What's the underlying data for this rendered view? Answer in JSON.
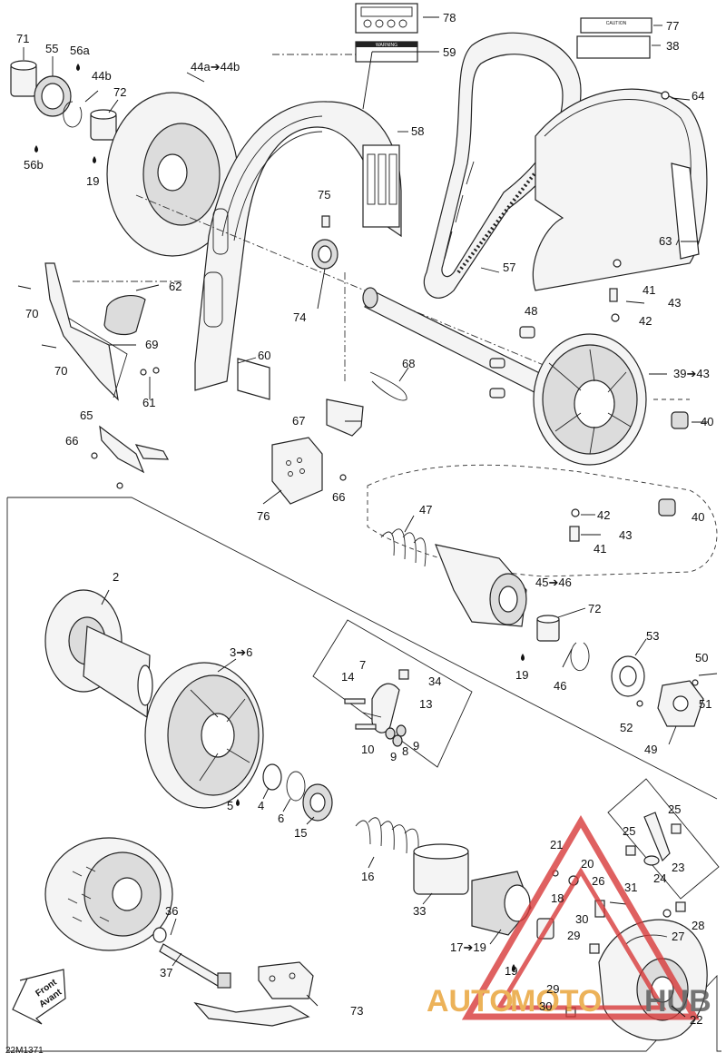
{
  "diagram_code": "22M1371",
  "front_arrow": {
    "line1": "Front",
    "line2": "Avant"
  },
  "watermark": {
    "text_part1": "AUTO",
    "text_part2": "MOTO",
    "text_part3": "HUB",
    "color": "#e8a030",
    "triangle_color": "#d83a3a"
  },
  "labels": {
    "l71": "71",
    "l55": "55",
    "l56a": "56a",
    "l44b": "44b",
    "l72a": "72",
    "l56b": "56b",
    "l19a": "19",
    "l44": "44a➔44b",
    "l78": "78",
    "l59": "59",
    "l77": "77",
    "l38": "38",
    "l58": "58",
    "l64": "64",
    "l75": "75",
    "l62": "62",
    "l70a": "70",
    "l69": "69",
    "l70b": "70",
    "l74": "74",
    "l57": "57",
    "l63": "63",
    "l41a": "41",
    "l43a": "43",
    "l48": "48",
    "l42a": "42",
    "l60": "60",
    "l61": "61",
    "l68": "68",
    "l39": "39➔43",
    "l65": "65",
    "l66a": "66",
    "l67": "67",
    "l40a": "40",
    "l76": "76",
    "l66b": "66",
    "l47": "47",
    "l42b": "42",
    "l40b": "40",
    "l43b": "43",
    "l41b": "41",
    "l2": "2",
    "l45": "45➔46",
    "l72b": "72",
    "l53": "53",
    "l50": "50",
    "l3": "3➔6",
    "l7": "7",
    "l34": "34",
    "l14": "14",
    "l13": "13",
    "l19b": "19",
    "l46": "46",
    "l51": "51",
    "l52": "52",
    "l10": "10",
    "l9a": "9",
    "l8": "8",
    "l9b": "9",
    "l49": "49",
    "l5": "5",
    "l4": "4",
    "l6": "6",
    "l15": "15",
    "l25a": "25",
    "l25b": "25",
    "l23": "23",
    "l24": "24",
    "l21": "21",
    "l20": "20",
    "l16": "16",
    "l26": "26",
    "l31": "31",
    "l36": "36",
    "l18": "18",
    "l33": "33",
    "l30a": "30",
    "l27": "27",
    "l28": "28",
    "l29a": "29",
    "l17": "17➔19",
    "l37": "37",
    "l19c": "19",
    "l73": "73",
    "l29b": "29",
    "l30b": "30",
    "l22": "22"
  },
  "decal_text": {
    "caution": "CAUTION",
    "warning": "WARNING"
  }
}
